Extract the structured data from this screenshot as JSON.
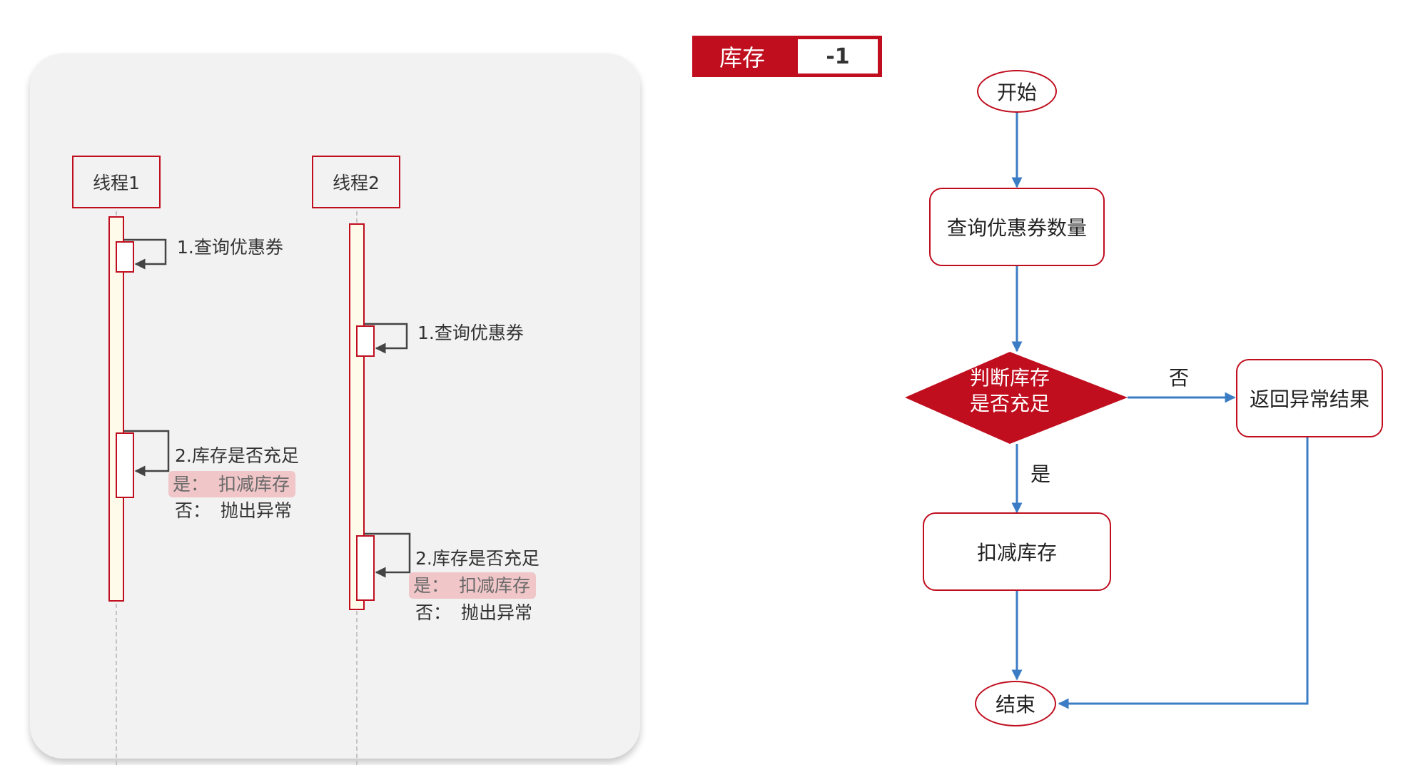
{
  "sequence": {
    "thread1": {
      "title": "线程1",
      "step1": "1.查询优惠券",
      "step2_title": "2.库存是否充足",
      "step2_yes_prefix": "是：",
      "step2_yes_action": "扣减库存",
      "step2_no_prefix": "否：",
      "step2_no_action": "抛出异常"
    },
    "thread2": {
      "title": "线程2",
      "step1": "1.查询优惠券",
      "step2_title": "2.库存是否充足",
      "step2_yes_prefix": "是：",
      "step2_yes_action": "扣减库存",
      "step2_no_prefix": "否：",
      "step2_no_action": "抛出异常"
    }
  },
  "legend": {
    "label": "库存",
    "value": "-1"
  },
  "flowchart": {
    "start": "开始",
    "query": "查询优惠券数量",
    "decision_line1": "判断库存",
    "decision_line2": "是否充足",
    "no_label": "否",
    "yes_label": "是",
    "error_result": "返回异常结果",
    "deduct": "扣减库存",
    "end": "结束"
  },
  "colors": {
    "accent_red": "#c00e1f",
    "arrow_blue": "#3b7dc4",
    "panel_bg": "#f2f2f2",
    "highlight_pink": "#f0c6c8",
    "activation_fill": "#fffbea"
  }
}
